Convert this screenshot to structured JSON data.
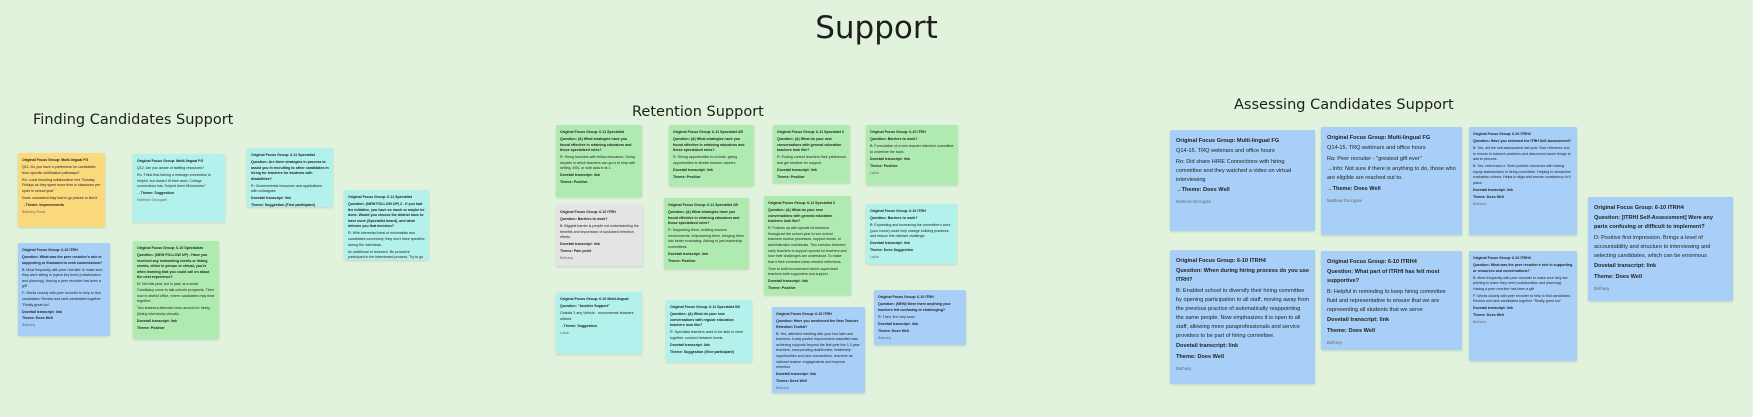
{
  "page": {
    "title": "Support"
  },
  "sections": {
    "finding": "Finding Candidates Support",
    "retention": "Retention Support",
    "assessing": "Assessing Candidates Support"
  },
  "notes": [
    {
      "id": "f1",
      "color": "yellow",
      "lines": [
        "Original Focus Group: Multi-lingual FG",
        "Q11: Do you have a preference for candidates from specific certification pathways?",
        "Ro: Local founding collaborative met \"Sunday Fridays as they spent more time in classroom per cycle in school year\"",
        "Does: consistent they had to go places to find it",
        "→Theme: Improvements"
      ],
      "author": "Bethany Rossi"
    },
    {
      "id": "f2",
      "color": "blue",
      "lines": [
        "Original Focus Group: 6-10 ITRH",
        "Question: What was the peer recruiter's role in supporting or thousand to seek commissions?",
        "B: Most frequently with peer recruiter to make sure they were sitting in (spent key time) (collaborative and planning). Having a peer recruiter has been a gift",
        "F: Works closely with peer recruiter to help to find candidates. Review and rank candidates together \"Really great too\"",
        "Dovetail transcript: link",
        "Theme: Does Well"
      ],
      "author": "Bethany"
    },
    {
      "id": "f3",
      "color": "teal",
      "lines": [
        "Original Focus Group: Multi-lingual FG",
        "Q12: Are you aware of staffing resources?",
        "Ro: Think that having a redesign connection is helpful, but doesn't fit their work. College connections has \"helped them fill teachers\"",
        "→Theme: Suggestion"
      ],
      "author": "Matthew Decogate"
    },
    {
      "id": "f4",
      "color": "green",
      "lines": [
        "Original Focus Group: 6-10 Specialists",
        "Question: (NEW FOLLOW UP) - Have you received any networking events or listing events, either in person or virtual, you're often learning that you could call on about the next experience?",
        "M: Not this year, but in past, at a small. Candidacy come to talk cohorts prospects. Then now in district office, where candidates may hear together.",
        "Two teachers attended once-around for hiring (listing interviews) virtually.",
        "Dovetail transcript: link",
        "Theme: Positive"
      ],
      "author": ""
    },
    {
      "id": "f5",
      "color": "teal",
      "lines": [
        "Original Focus Group: 6-11 Specialist",
        "Question: Are there strategies in process to assist you in recruiting to other candidates in hiring for teachers for students with disabilities?",
        "R: Governmental resources and applications with colleagues",
        "Dovetail transcript: link",
        "Theme: Suggestion (First participant)"
      ],
      "author": ""
    },
    {
      "id": "f6",
      "color": "teal",
      "lines": [
        "Original Focus Group: 6-11 Specialist",
        "Question: (NEW FOLLOW UP) 2 - If you had the initiative, you have so much or maybe be done. Would you choose the district have to have more (Specialist board), and what informs you that decision?",
        "R: With interested ideal of minimalists and candidates conversely; they don't have specifics during the interviews.",
        "An additional of research. Be proactive participant in the interviewed process. Try to go to where our community and how it apply. This is how I know to know if you think you'd fit in.",
        "Dovetail transcript: link",
        "Theme: Suggestion"
      ],
      "author": ""
    },
    {
      "id": "r1",
      "color": "green",
      "lines": [
        "Original Focus Group: 6-11 Specialist",
        "Question: (A) What strategies have you found effective in retaining educators and those specialized roles?",
        "R: Hiring teachers with fellow educators. Going departs in which teachers can go is to help with setting. MTs, or with data in at 1.",
        "Dovetail transcript: link",
        "Theme: Positive"
      ],
      "author": ""
    },
    {
      "id": "r2",
      "color": "gray",
      "lines": [
        "Original Focus Group: 6-10 ITRH",
        "Question: Barriers to work?",
        "B: Biggest barrier is people not understanding the benefits and importance of sustained retention efforts.",
        "Dovetail transcript: link",
        "Theme: Pain point"
      ],
      "author": "Bethany"
    },
    {
      "id": "r3",
      "color": "teal",
      "lines": [
        "Original Focus Group: 6-10 Multi-lingual",
        "Question: \"Another Support\"",
        "Outside 2 any Vehicle - recommends teachers utilized",
        "→Theme: Suggestion"
      ],
      "author": "Lakia"
    },
    {
      "id": "r4",
      "color": "green",
      "lines": [
        "Original Focus Group: 6-11 Specialist 4/5",
        "Question: (A) What strategies have you found effective in retaining educators and those specialized roles?",
        "R: Giving opportunities to include, giving opportunities to stretch teacher careers.",
        "Dovetail transcript: link",
        "Theme: Positive"
      ],
      "author": ""
    },
    {
      "id": "r5",
      "color": "green",
      "lines": [
        "Original Focus Group: 6-11 Specialist 4/5",
        "Question: (A) What strategies have you found effective in retaining educators and those specialized roles?",
        "R: Supporting them, building rescues environments, empowering them, bringing them into better evaluating. Asking to join leadership committees.",
        "Dovetail transcript: link",
        "Theme: Positive"
      ],
      "author": ""
    },
    {
      "id": "r6",
      "color": "teal",
      "lines": [
        "Original Focus Group: 6-11 Specialist 5/6",
        "Question: (A) What do your new conversations with regular education teachers look like?",
        "R: Specialist teachers want to be able to meet together, connect between levels.",
        "Dovetail transcript: link",
        "Theme: Suggestion (Give participant)"
      ],
      "author": ""
    },
    {
      "id": "r7",
      "color": "green",
      "lines": [
        "Original Focus Group: 6-11 Specialist 3",
        "Question: (A) What do your new conversations with general education teachers look like?",
        "R: Ending current teachers their preference and get weather for support",
        "Dovetail transcript: link",
        "Theme: Positive"
      ],
      "author": ""
    },
    {
      "id": "r8",
      "color": "green",
      "lines": [
        "Original Focus Group: 6-11 Specialist 3",
        "Question: (A) What do your new conversations with general education teachers look like?",
        "R: Follows up with special ed teachers throughout the school year to see school teachers routine processes, support needs, or administration individuals. This includes between early teachers to support special ed teachers and how their challenges are understood. To make that it their comment ideas needed reflections.",
        "Time to build involvement where supervised teachers both supporters and support",
        "Dovetail transcript: link",
        "Theme: Positive"
      ],
      "author": ""
    },
    {
      "id": "r9",
      "color": "blue",
      "lines": [
        "Original Focus Group: 6-10 ITRH",
        "Question: Have you mentioned the New Teacher Retention Toolkit?",
        "B: Yes, attended meeting with your box later and teachers. A way posted improvement classified was achieving supports beyond the first year the 2-3 year teachers, incorporating dual/frontier, leadership opportunities and peer connections, teachers as national teacher engagements and improve retention.",
        "Dovetail transcript: link",
        "Theme: Does Well"
      ],
      "author": "Bethany"
    },
    {
      "id": "r10",
      "color": "green",
      "lines": [
        "Original Focus Group: 6-10 ITRH",
        "Question: Barriers to work?",
        "B: Formulation of a new teacher retention committee to underline the topic.",
        "Dovetail transcript: link",
        "Theme: Positive"
      ],
      "author": "Lakia"
    },
    {
      "id": "r11",
      "color": "teal",
      "lines": [
        "Original Focus Group: 6-10 ITRH",
        "Question: Barriers to work?",
        "B: Expanding and increasing the committee's work (your round) could help change building practices and reduce this mindset challenge.",
        "Dovetail transcript: link",
        "Theme: Does Suggestion"
      ],
      "author": "Lakia"
    },
    {
      "id": "r12",
      "color": "blue",
      "lines": [
        "Original Focus Group: 6-10 ITRH",
        "Question: (NEW) Were there anything your teachers felt confusing or challenging?",
        "R: Then, it is very soon",
        "Dovetail transcript: link",
        "Theme: Does Well"
      ],
      "author": "Bethany"
    },
    {
      "id": "a1",
      "color": "blue",
      "big": true,
      "lines": [
        "Original Focus Group: Multi-lingual FG",
        "Q14-15. TRQ webinars and office hours",
        "Ro: Did share HIRE Connections with hiring committee and they watched a video on virtual interviewing",
        "→Theme: Does Well"
      ],
      "author": "Matthew Decogate"
    },
    {
      "id": "a2",
      "color": "blue",
      "big": true,
      "lines": [
        "Original Focus Group: 6-10 ITRH4",
        "Question: When during hiring process do you use ITRH?",
        "B: Enabled school to diversify their hiring committee by opening participation to all staff, moving away from the previous practice of automatically reappointing the same people. Now emphasizes it is open to all staff, allowing more paraprofessionals and service providers to be part of hiring committee.",
        "Dovetail transcript: link",
        "Theme: Does Well"
      ],
      "author": "Bethany"
    },
    {
      "id": "a3",
      "color": "blue",
      "big": true,
      "lines": [
        "Original Focus Group: Multi-lingual FG",
        "Q14-15. TRQ webinars and office hours",
        "Ra: Peer recruiter - \"greatest gift ever\"",
        "→Info: Not sure if there is anything to do, those who are eligible are reached out to.",
        "→Theme: Does Well"
      ],
      "author": "Matthew Decogate"
    },
    {
      "id": "a4",
      "color": "blue",
      "big": true,
      "lines": [
        "Original Focus Group: 6-10 ITRH4",
        "Question: What part of ITRHI has felt most supportive?",
        "B: Helpful in reminding to keep hiring committee fluid and representative to ensure that we are representing all students that we serve",
        "Dovetail transcript: link",
        "Theme: Does Well"
      ],
      "author": "Bethany"
    },
    {
      "id": "a5",
      "color": "blue",
      "lines": [
        "Original Focus Group: 6-10 ITRH4",
        "Question: Have you reviewed the ITRH Self-Assessment?",
        "B: Yes, did the self-assessment last year. Nice reference tool to ensure to balance practices and discovered some things to add to process.",
        "B: Yes, references it. Seen positive outcomes with having equity stakeholders in hiring committee. Helping to streamline evaluation criteria. Helps to align and ensure consistency to it place.",
        "Dovetail transcript: link",
        "Theme: Does Well"
      ],
      "author": "Bethany"
    },
    {
      "id": "a6",
      "color": "blue",
      "lines": [
        "Original Focus Group: 6-10 ITRH4",
        "Question: What was the peer recruiter's role in supporting or resources and conversations?",
        "B: Meet frequently with peer recruiter to make sure they are pitching in place they need (collaboration and planning). Having a peer recruiter has been a gift",
        "F: Works closely with peer recruiter to help to find candidates. Review and rank candidates together \"Really great too\"",
        "Dovetail transcript: link",
        "Theme: Does Well"
      ],
      "author": "Bethany"
    },
    {
      "id": "a7",
      "color": "blue",
      "big": true,
      "lines": [
        "Original Focus Group: 6-10 ITRH4",
        "Question: [ITRHI Self-Assessment] Were any parts confusing or difficult to implement?",
        "D: Positive first impression. Brings a level of accountability and structure to interviewing and selecting candidates, which can be enormous",
        "Dovetail transcript: link",
        "Theme: Does Well"
      ],
      "author": "Bethany"
    }
  ]
}
